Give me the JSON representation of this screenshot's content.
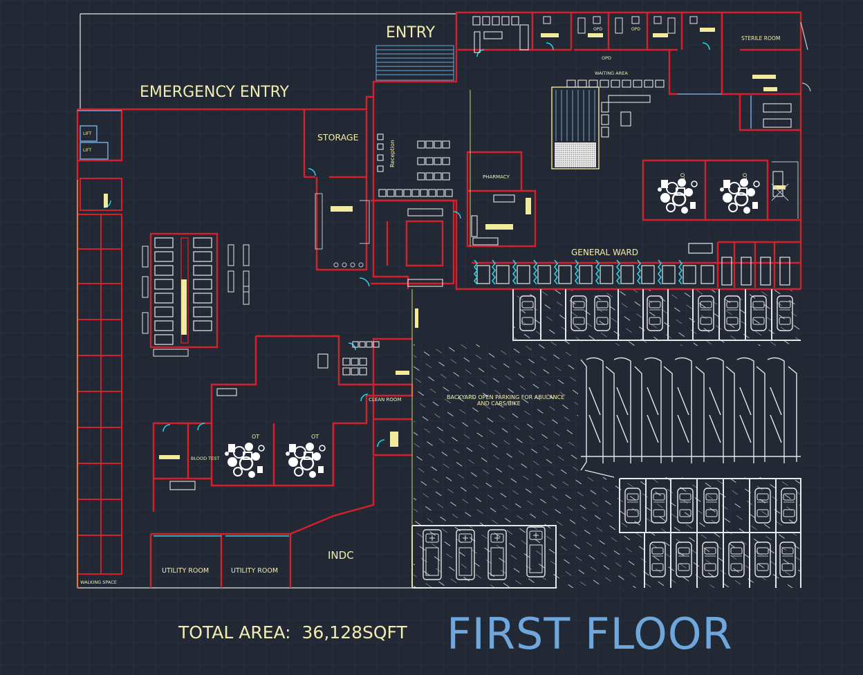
{
  "drawing": {
    "title": "FIRST FLOOR",
    "total_area_label": "TOTAL AREA:",
    "total_area_value": "36,128SQFT"
  },
  "labels": {
    "entry": "ENTRY",
    "emergency_entry": "EMERGENCY ENTRY",
    "storage": "STORAGE",
    "reception": "Reception",
    "pharmacy": "PHARMACY",
    "general_ward": "GENERAL WARD",
    "sterile_room": "STERILE ROOM",
    "opd": "OPD",
    "waiting_area": "WAITING AREA",
    "ot": "OT",
    "lift": "LIFT",
    "blood_test": "BLOOD TEST",
    "clean_room": "CLEAN ROOM",
    "utility_room": "UTILITY ROOM",
    "indc": "INDC",
    "walking_space": "WALKING SPACE",
    "parking_line1": "BACKYARD OPEN PARKING FOR ABULANCE",
    "parking_line2": "AND CARS/BIKE"
  },
  "colors": {
    "background": "#222834",
    "wall": "#d8202a",
    "white": "#e8e8e8",
    "furniture": "#f2ea9c",
    "cyan": "#29d6e6",
    "text": "#f2eeb0",
    "title": "#6fa7dc"
  }
}
